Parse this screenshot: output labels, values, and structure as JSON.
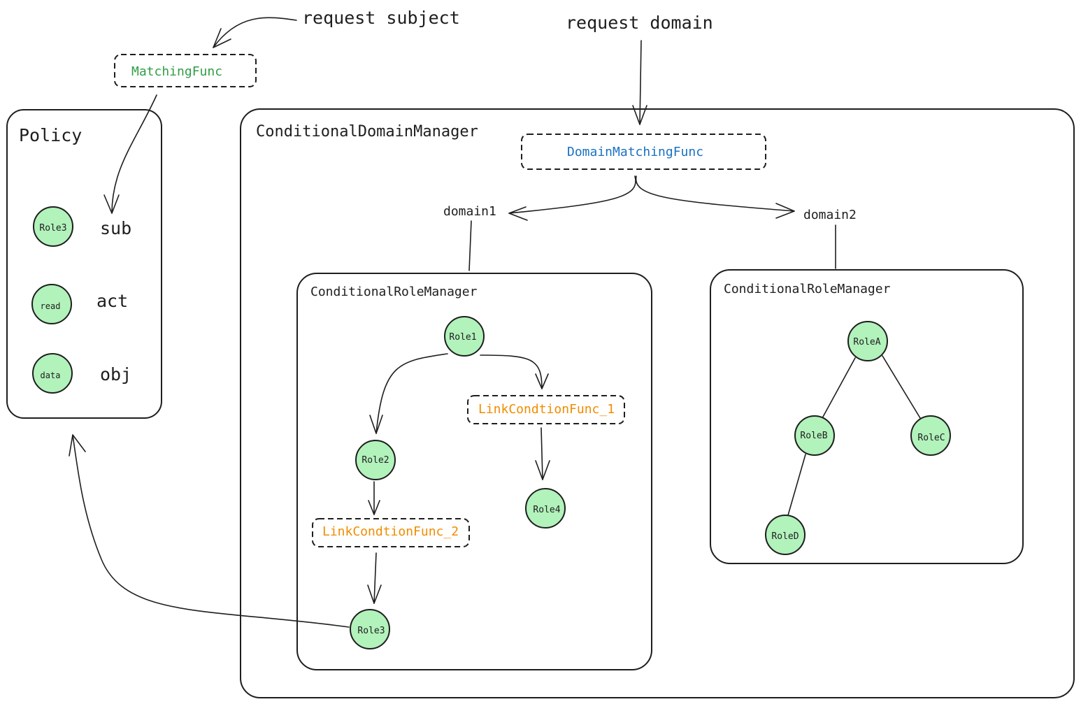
{
  "labels": {
    "request_subject": "request subject",
    "request_domain": "request domain",
    "domain1": "domain1",
    "domain2": "domain2"
  },
  "funcs": {
    "matching": "MatchingFunc",
    "domain_matching": "DomainMatchingFunc",
    "link_1": "LinkCondtionFunc_1",
    "link_2": "LinkCondtionFunc_2"
  },
  "policy": {
    "title": "Policy",
    "rows": [
      {
        "node": "Role3",
        "field": "sub"
      },
      {
        "node": "read",
        "field": "act"
      },
      {
        "node": "data",
        "field": "obj"
      }
    ]
  },
  "domain_manager": {
    "title": "ConditionalDomainManager"
  },
  "role_manager_1": {
    "title": "ConditionalRoleManager",
    "nodes": [
      "Role1",
      "Role2",
      "Role3",
      "Role4"
    ]
  },
  "role_manager_2": {
    "title": "ConditionalRoleManager",
    "nodes": [
      "RoleA",
      "RoleB",
      "RoleC",
      "RoleD"
    ]
  },
  "colors": {
    "node_fill": "#b2f2bb",
    "matching_func": "#2f9e44",
    "domain_func": "#1971c2",
    "link_func": "#f08c00"
  }
}
